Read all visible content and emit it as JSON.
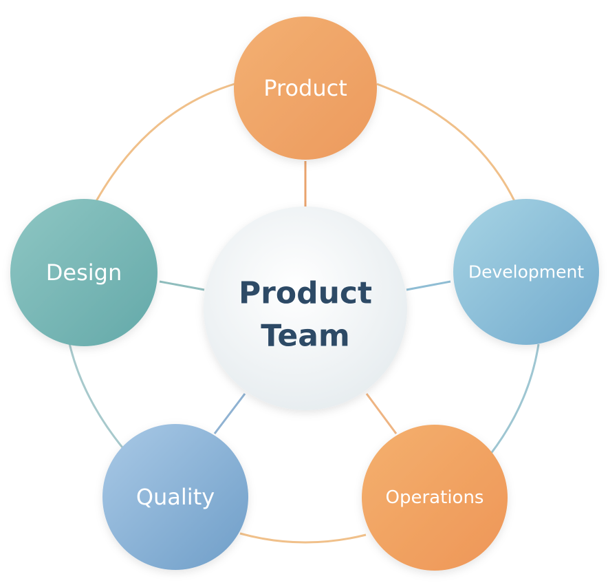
{
  "center": {
    "line1": "Product",
    "line2": "Team"
  },
  "nodes": {
    "product": {
      "label": "Product"
    },
    "development": {
      "label": "Development"
    },
    "operations": {
      "label": "Operations"
    },
    "quality": {
      "label": "Quality"
    },
    "design": {
      "label": "Design"
    }
  },
  "colors": {
    "orange": "#f2a15d",
    "teal": "#6fb5b0",
    "light_blue": "#86bfd7",
    "blue": "#7eabd1",
    "center_fill": "#eef2f4",
    "center_text": "#2d4a66"
  }
}
